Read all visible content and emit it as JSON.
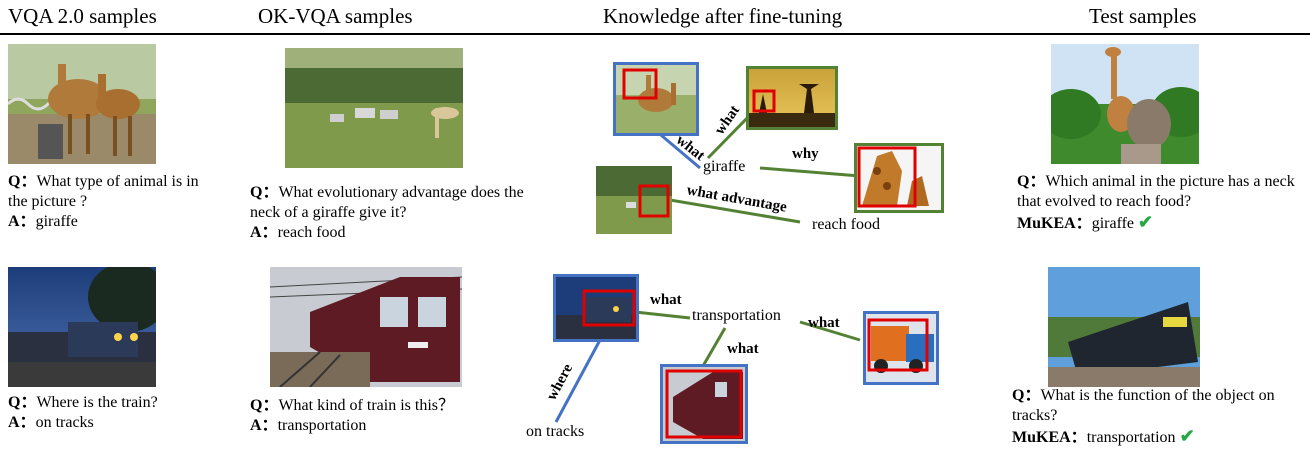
{
  "headers": {
    "vqa": "VQA 2.0 samples",
    "okvqa": "OK-VQA samples",
    "knowledge": "Knowledge after fine-tuning",
    "test": "Test samples"
  },
  "vqa_samples": [
    {
      "q_label": "Q：",
      "question": "What type of animal is in the picture ?",
      "a_label": "A：",
      "answer": "giraffe"
    },
    {
      "q_label": "Q：",
      "question": "Where is the train?",
      "a_label": "A：",
      "answer": "on tracks"
    }
  ],
  "okvqa_samples": [
    {
      "q_label": "Q：",
      "question": "What evolutionary advantage does the neck of a giraffe give it?",
      "a_label": "A：",
      "answer": "reach food"
    },
    {
      "q_label": "Q：",
      "question": "What kind of train is this？",
      "a_label": "A：",
      "answer": "transportation"
    }
  ],
  "knowledge": {
    "top": {
      "nodes": {
        "giraffe": "giraffe",
        "reach_food": "reach food"
      },
      "edges": {
        "what1": "what",
        "what2": "what",
        "why": "why",
        "advantage": "what advantage"
      }
    },
    "bottom": {
      "nodes": {
        "transportation": "transportation",
        "on_tracks": "on tracks"
      },
      "edges": {
        "what1": "what",
        "what2": "what",
        "what3": "what",
        "where": "where"
      }
    }
  },
  "test_samples": [
    {
      "q_label": "Q：",
      "question": "Which animal in the picture has a neck that evolved to reach food?",
      "model": "MuKEA：",
      "prediction": "giraffe",
      "check": "✔"
    },
    {
      "q_label": "Q：",
      "question": "What is the function of the object on tracks?",
      "model": "MuKEA：",
      "prediction": "transportation",
      "check": "✔"
    }
  ],
  "colors": {
    "blue_frame": "#4472c4",
    "green_frame": "#548235",
    "red_box": "#e00000",
    "check": "#27a844"
  }
}
